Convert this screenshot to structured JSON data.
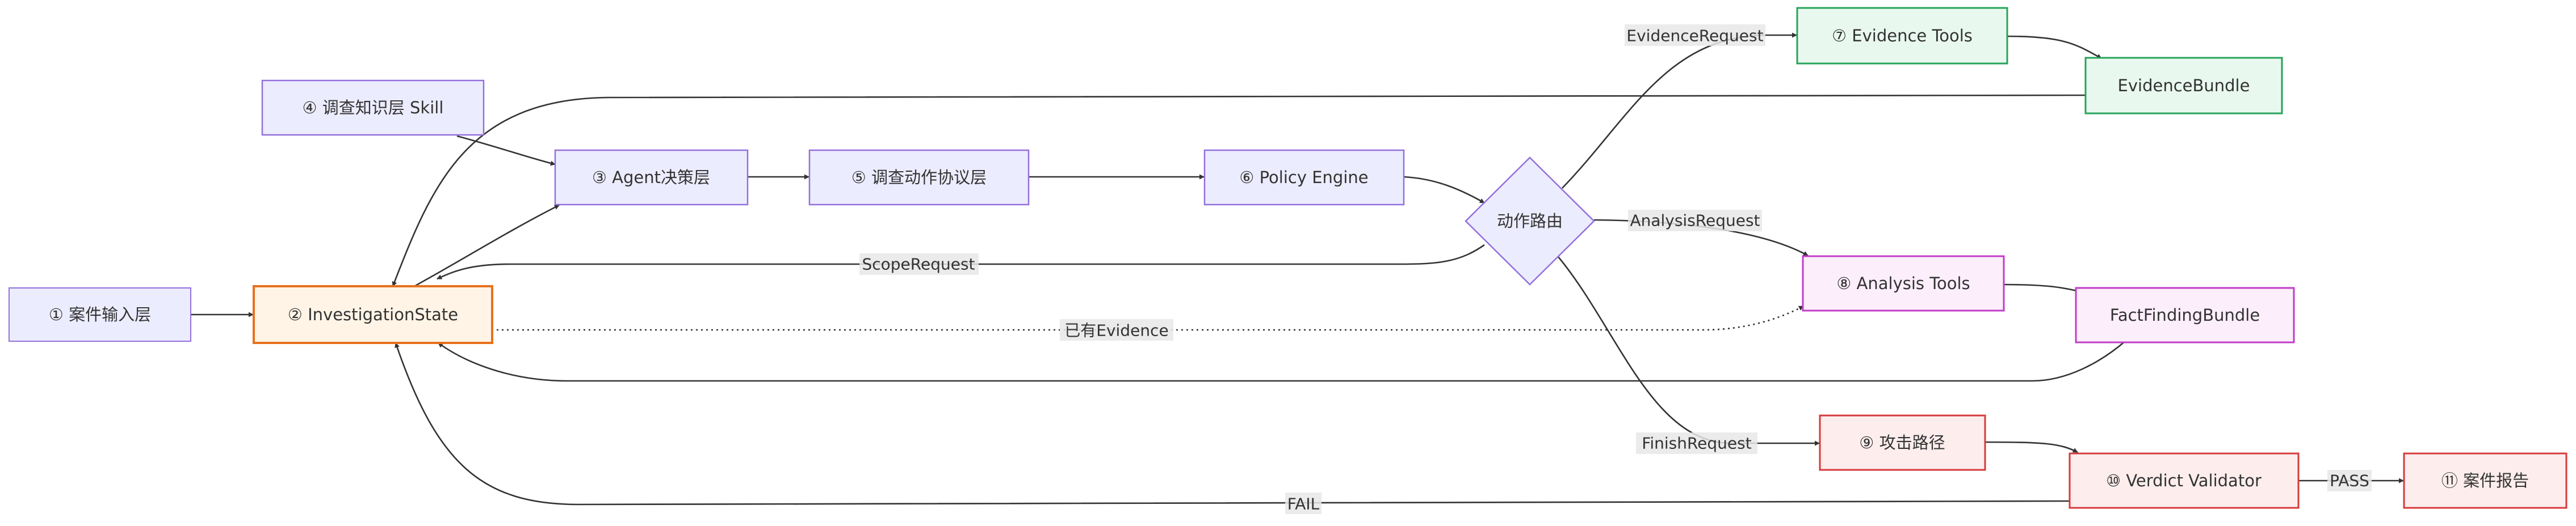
{
  "colors": {
    "default_fill": "#ECECFF",
    "default_stroke": "#9370DB",
    "state_fill": "#FFF4E6",
    "state_stroke": "#E8711C",
    "evidence_fill": "#E8F8EF",
    "evidence_stroke": "#27A35A",
    "analysis_fill": "#FCEEFB",
    "analysis_stroke": "#C23CC8",
    "verdict_fill": "#FDEDED",
    "verdict_stroke": "#D63B3B",
    "edge": "#333333",
    "text": "#333333"
  },
  "nodes": {
    "n1": "① 案件输入层",
    "n2": "② InvestigationState",
    "n3": "③ Agent决策层",
    "n4": "④ 调查知识层 Skill",
    "n5": "⑤ 调查动作协议层",
    "n6": "⑥ Policy Engine",
    "router": "动作路由",
    "n7": "⑦ Evidence Tools",
    "evidence_bundle": "EvidenceBundle",
    "n8": "⑧ Analysis Tools",
    "fact_bundle": "FactFindingBundle",
    "n9": "⑨ 攻击路径",
    "n10": "⑩ Verdict Validator",
    "n11": "⑪ 案件报告"
  },
  "edge_labels": {
    "evidence_request": "EvidenceRequest",
    "analysis_request": "AnalysisRequest",
    "scope_request": "ScopeRequest",
    "has_evidence": "已有Evidence",
    "finish_request": "FinishRequest",
    "fail": "FAIL",
    "pass": "PASS"
  }
}
